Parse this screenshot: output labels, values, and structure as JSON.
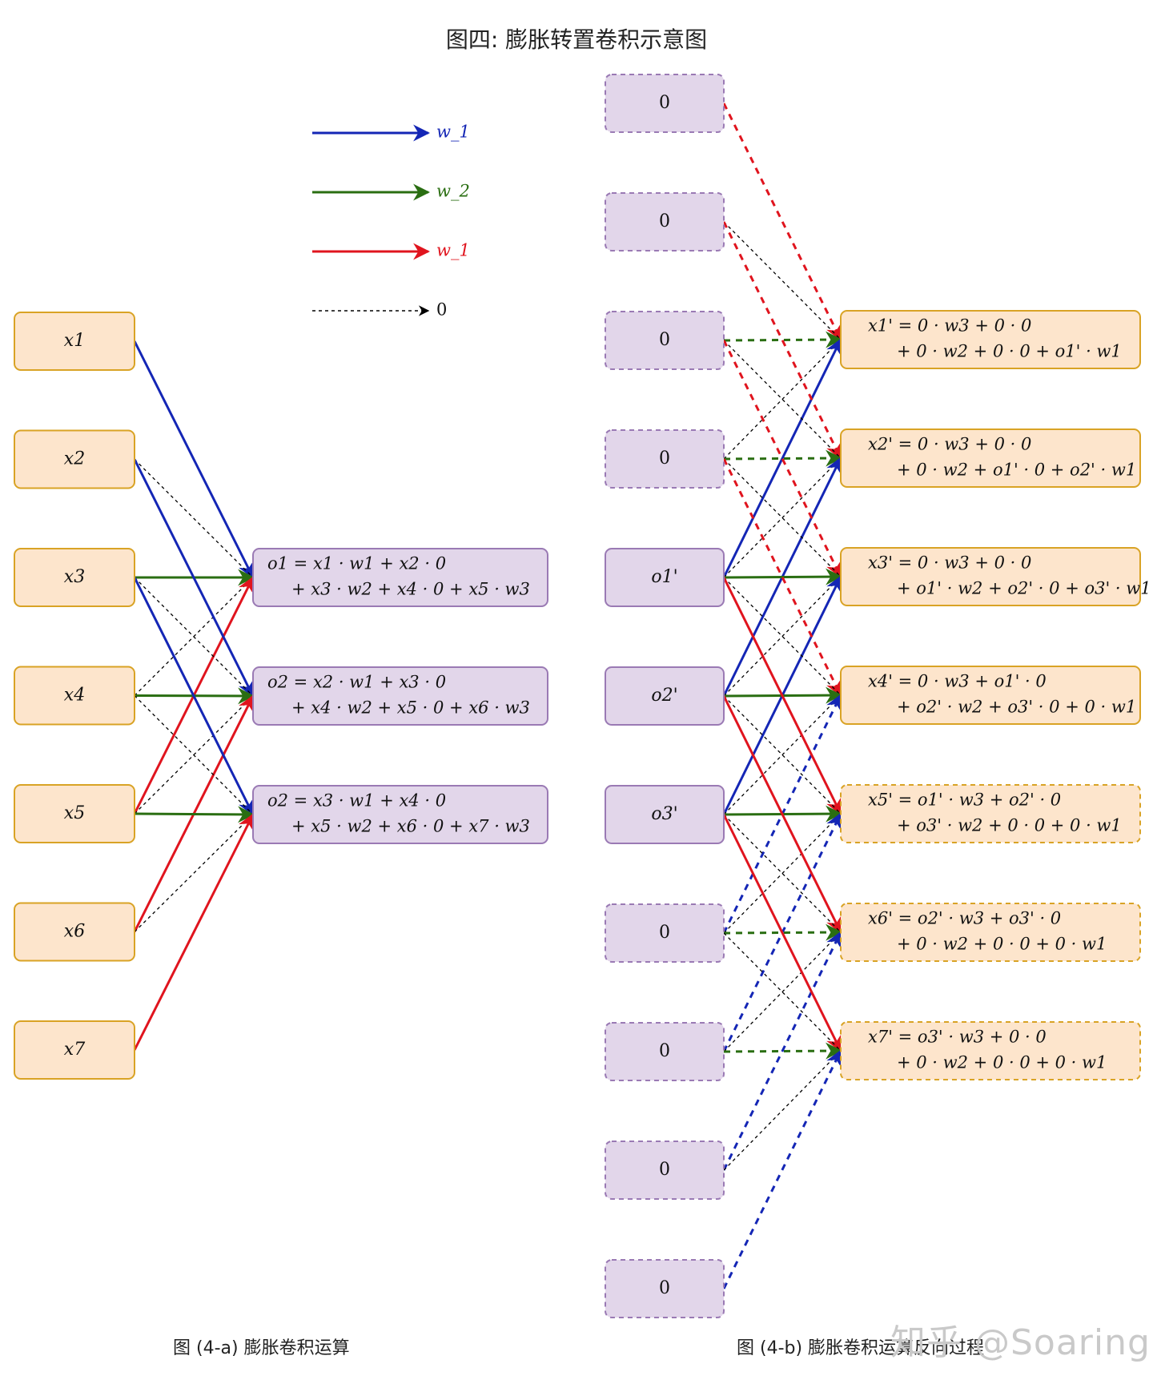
{
  "title": "图四: 膨胀转置卷积示意图",
  "legend": [
    {
      "label": "w_1",
      "color": "#1426b5",
      "style": "solid"
    },
    {
      "label": "w_2",
      "color": "#2a6e12",
      "style": "solid"
    },
    {
      "label": "w_1",
      "color": "#e0141e",
      "style": "solid"
    },
    {
      "label": "0",
      "color": "#000000",
      "style": "dashed"
    }
  ],
  "colors": {
    "blue": "#1426b5",
    "green": "#2a6e12",
    "red": "#e0141e",
    "black": "#000000",
    "input_fill": "#fde5cc",
    "input_border": "#d9a325",
    "output_fill": "#e2d6ea",
    "output_border": "#9a7ab4"
  },
  "part_a": {
    "inputs": [
      "x1",
      "x2",
      "x3",
      "x4",
      "x5",
      "x6",
      "x7"
    ],
    "outputs": [
      {
        "line1": "o1 = x1 · w1 + x2 · 0",
        "line2": "+ x3 · w2 + x4 · 0 + x5 · w3"
      },
      {
        "line1": "o2 = x2 · w1 + x3 · 0",
        "line2": "+ x4 · w2 + x5 · 0 + x6 · w3"
      },
      {
        "line1": "o2 = x3 · w1 + x4 · 0",
        "line2": "+ x5 · w2 + x6 · 0 + x7 · w3"
      }
    ],
    "caption": "图 (4-a) 膨胀卷积运算"
  },
  "part_b": {
    "inputs": [
      {
        "label": "0",
        "dashed": true
      },
      {
        "label": "0",
        "dashed": true
      },
      {
        "label": "0",
        "dashed": true
      },
      {
        "label": "0",
        "dashed": true
      },
      {
        "label": "o1'",
        "dashed": false
      },
      {
        "label": "o2'",
        "dashed": false
      },
      {
        "label": "o3'",
        "dashed": false
      },
      {
        "label": "0",
        "dashed": true
      },
      {
        "label": "0",
        "dashed": true
      },
      {
        "label": "0",
        "dashed": true
      },
      {
        "label": "0",
        "dashed": true
      }
    ],
    "outputs": [
      {
        "line1": "x1' = 0 · w3 + 0 · 0",
        "line2": "+ 0 · w2 + 0 · 0 + o1' · w1",
        "dashed": false
      },
      {
        "line1": "x2' = 0 · w3 + 0 · 0",
        "line2": "+ 0 · w2 + o1' · 0 + o2' · w1",
        "dashed": false
      },
      {
        "line1": "x3' = 0 · w3 + 0 · 0",
        "line2": "+ o1' · w2 + o2' · 0 + o3' · w1",
        "dashed": false
      },
      {
        "line1": "x4' = 0 · w3 + o1' · 0",
        "line2": "+ o2' · w2 + o3' · 0 + 0 · w1",
        "dashed": false
      },
      {
        "line1": "x5' = o1' · w3 + o2' · 0",
        "line2": "+ o3' · w2 + 0 · 0 + 0 · w1",
        "dashed": true
      },
      {
        "line1": "x6' = o2' · w3 + o3' · 0",
        "line2": "+ 0 · w2 + 0 · 0 + 0 · w1",
        "dashed": true
      },
      {
        "line1": "x7' = o3' · w3 + 0 · 0",
        "line2": "+ 0 · w2 + 0 · 0 + 0 · w1",
        "dashed": true
      }
    ],
    "caption": "图 (4-b) 膨胀卷积运算反向过程"
  },
  "watermark": "知乎 @Soaring"
}
